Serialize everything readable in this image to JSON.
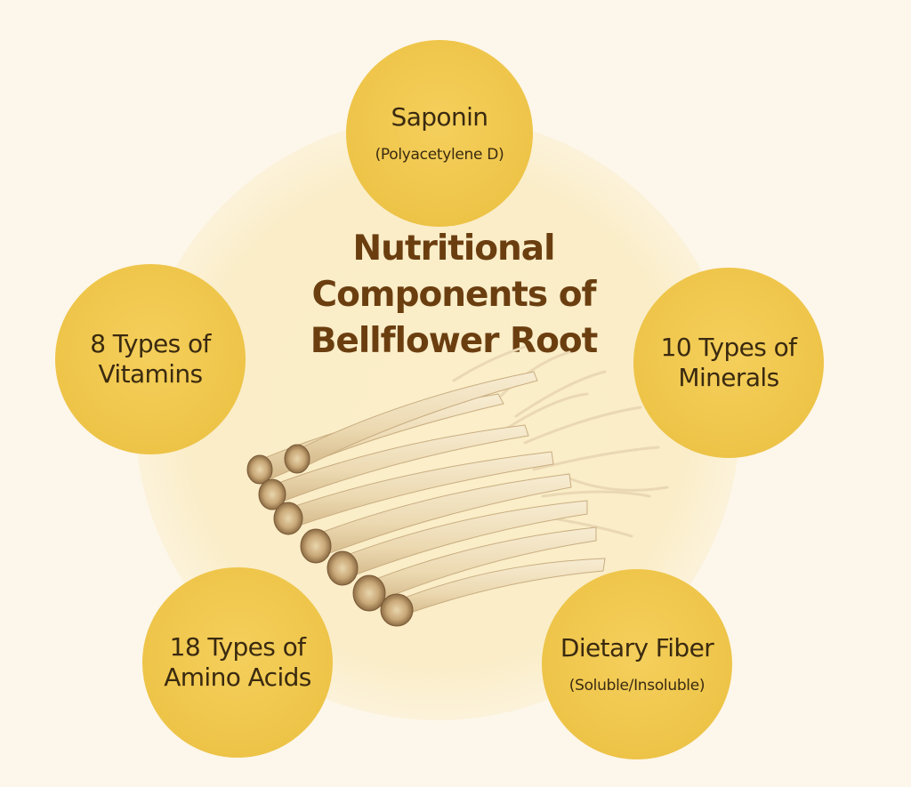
{
  "title": {
    "line1": "Nutritional",
    "line2": "Components of",
    "line3": "Bellflower Root"
  },
  "components": {
    "saponin": {
      "name": "Saponin",
      "detail": "(Polyacetylene D)"
    },
    "vitamins": {
      "line1": "8 Types of",
      "line2": "Vitamins"
    },
    "minerals": {
      "line1": "10 Types of",
      "line2": "Minerals"
    },
    "amino": {
      "line1": "18 Types of",
      "line2": "Amino Acids"
    },
    "fiber": {
      "name": "Dietary Fiber",
      "detail": "(Soluble/Insoluble)"
    }
  },
  "image": {
    "icon": "bellflower-root-bundle-illustration"
  },
  "colors": {
    "background": "#fdf6ea",
    "circle": "#efc64b",
    "title": "#6b3e10",
    "circle_text": "#3a2a10"
  }
}
